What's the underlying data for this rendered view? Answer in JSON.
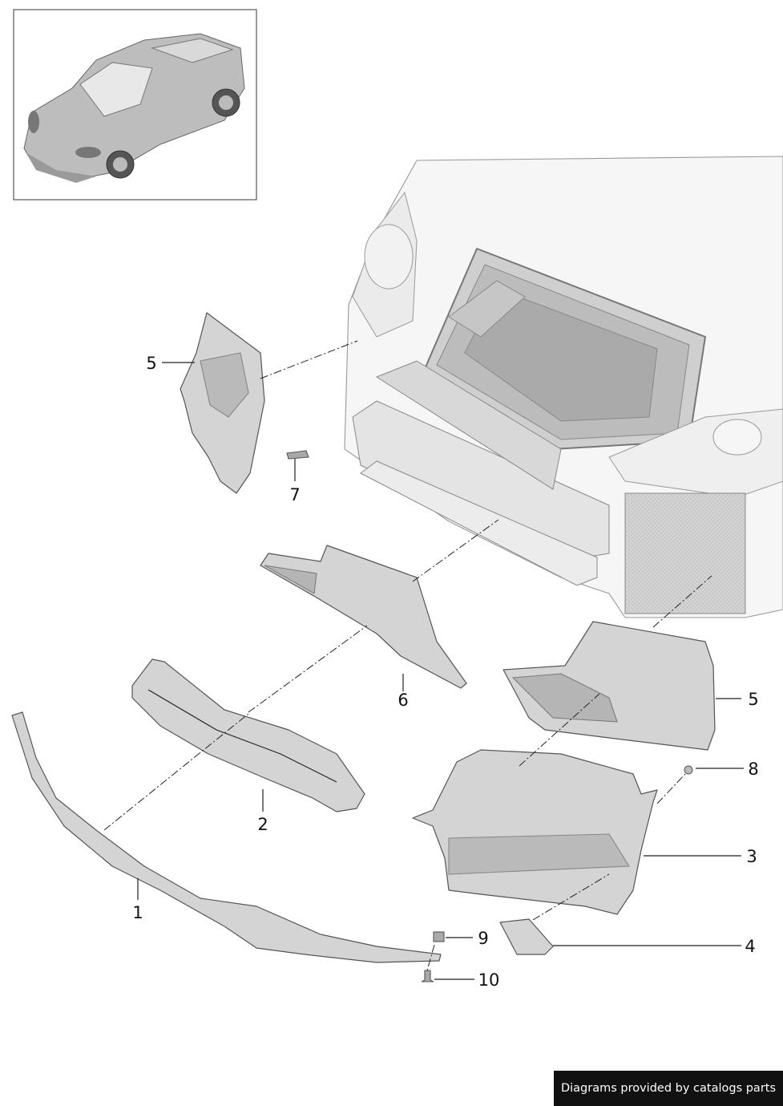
{
  "callouts": [
    "1",
    "2",
    "3",
    "4",
    "5",
    "5",
    "6",
    "7",
    "8",
    "9",
    "10"
  ],
  "credit": "Diagrams provided by catalogs parts",
  "thumbnail_icon": "car-thumbnail",
  "colors": {
    "part": "#d4d4d4",
    "outline": "#555555",
    "credit_bg": "#111111"
  }
}
